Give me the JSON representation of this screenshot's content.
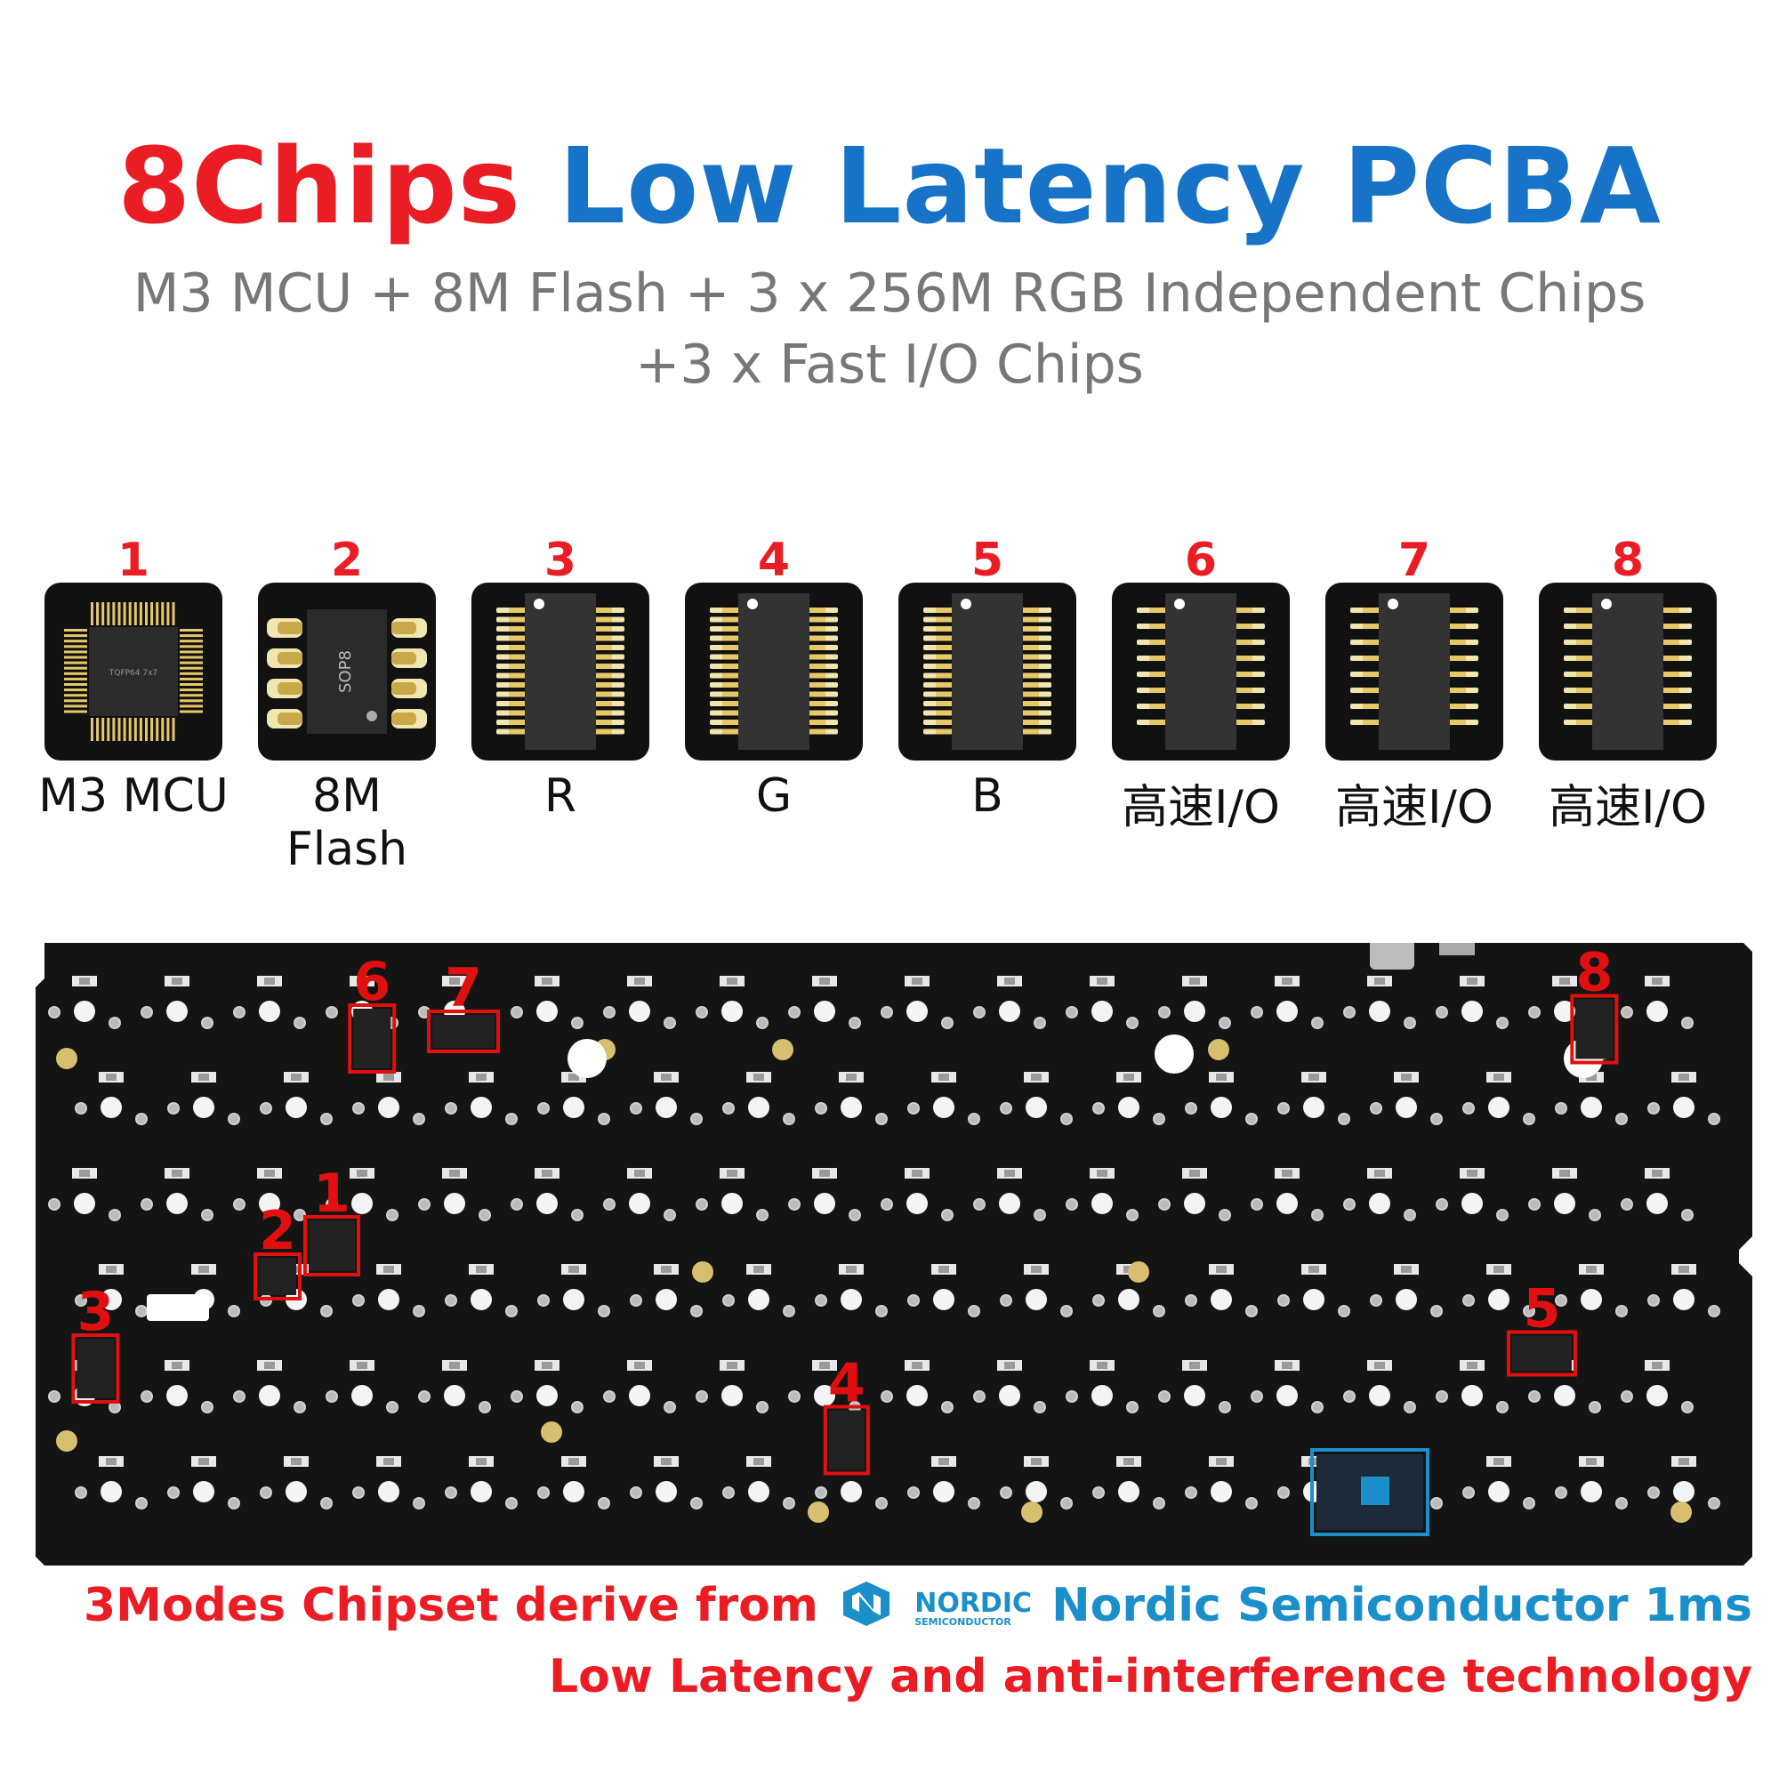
{
  "header": {
    "title_red": "8Chips",
    "title_blue": "Low Latency PCBA",
    "subtitle_line1": "M3 MCU + 8M Flash + 3 x 256M RGB Independent Chips",
    "subtitle_line2": "+3 x Fast I/O Chips"
  },
  "chips": [
    {
      "number": "1",
      "label": "M3 MCU",
      "package": "qfp",
      "package_text": "TQFP64 7x7"
    },
    {
      "number": "2",
      "label": "8M Flash",
      "package": "sop8",
      "package_text": "SOP8"
    },
    {
      "number": "3",
      "label": "R",
      "package": "ssop-wide",
      "package_text": ""
    },
    {
      "number": "4",
      "label": "G",
      "package": "ssop-wide",
      "package_text": ""
    },
    {
      "number": "5",
      "label": "B",
      "package": "ssop-wide",
      "package_text": ""
    },
    {
      "number": "6",
      "label": "高速I/O",
      "package": "sop-narrow",
      "package_text": ""
    },
    {
      "number": "7",
      "label": "高速I/O",
      "package": "sop-narrow",
      "package_text": ""
    },
    {
      "number": "8",
      "label": "高速I/O",
      "package": "sop-narrow",
      "package_text": ""
    }
  ],
  "pcb": {
    "markers": [
      {
        "label": "1",
        "rx": 0.157,
        "ry": 0.44
      },
      {
        "label": "2",
        "rx": 0.128,
        "ry": 0.5
      },
      {
        "label": "3",
        "rx": 0.022,
        "ry": 0.63
      },
      {
        "label": "4",
        "rx": 0.46,
        "ry": 0.745
      },
      {
        "label": "5",
        "rx": 0.858,
        "ry": 0.625
      },
      {
        "label": "6",
        "rx": 0.183,
        "ry": 0.1
      },
      {
        "label": "7",
        "rx": 0.229,
        "ry": 0.11
      },
      {
        "label": "8",
        "rx": 0.895,
        "ry": 0.085
      }
    ],
    "colors": {
      "board": "#141414",
      "silk": "#d8d8d8",
      "marker": "#e01010",
      "module": "#1a8fc9"
    }
  },
  "footer": {
    "line1_red": "3Modes Chipset derive from",
    "nordic_logo_big": "NORDIC",
    "nordic_logo_small": "SEMICONDUCTOR",
    "line1_blue": "Nordic Semiconductor 1ms",
    "line2": "Low Latency and anti-interference technology"
  },
  "colors": {
    "red": "#ea1c24",
    "blue": "#1673c8",
    "gray": "#777777"
  }
}
